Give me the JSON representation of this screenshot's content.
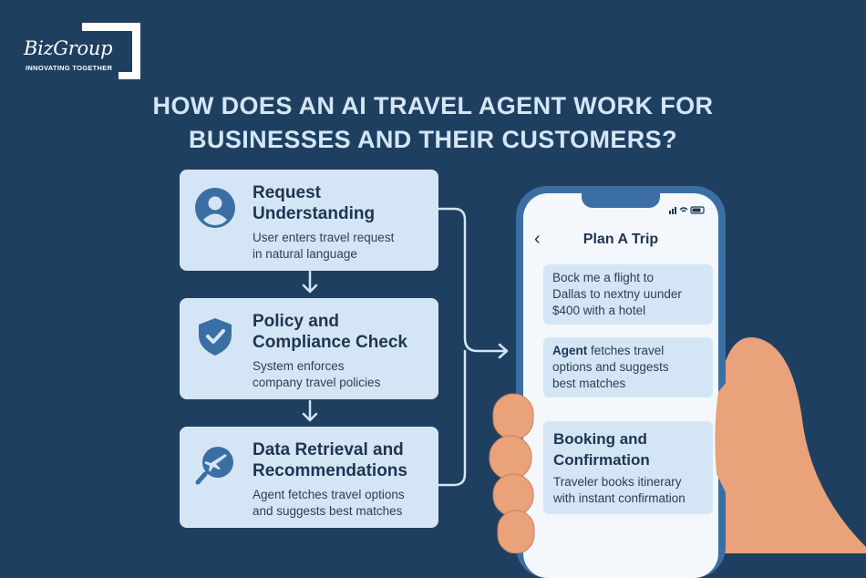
{
  "logo": {
    "name": "BizGroup",
    "tagline": "INNOVATING TOGETHER"
  },
  "title": {
    "line1": "HOW DOES AN AI TRAVEL AGENT WORK FOR",
    "line2": "BUSINESSES AND THEIR CUSTOMERS?"
  },
  "steps": [
    {
      "title_line1": "Request",
      "title_line2": "Understanding",
      "desc_line1": "User enters travel request",
      "desc_line2": "in natural language",
      "icon": "user-icon"
    },
    {
      "title_line1": "Policy and",
      "title_line2": "Compliance Check",
      "desc_line1": "System enforces",
      "desc_line2": "company travel policies",
      "icon": "shield-check-icon"
    },
    {
      "title_line1": "Data Retrieval and",
      "title_line2": "Recommendations",
      "desc_line1": "Agent fetches travel options",
      "desc_line2": "and suggests best matches",
      "icon": "airplane-search-icon"
    }
  ],
  "phone": {
    "back_icon": "‹",
    "title": "Plan A Trip",
    "messages": [
      {
        "line1": "Bock me a flight to",
        "line2": "Dallas to nextny uunder",
        "line3": "$400 with a hotel"
      },
      {
        "line1_bold": "Agent",
        "line1_rest": " fetches travel",
        "line2": "options and suggests",
        "line3": "best matches"
      }
    ],
    "booking": {
      "title_line1": "Booking and",
      "title_line2": "Confirmation",
      "desc_line1": "Traveler books itinerary",
      "desc_line2": "with instant confirmation"
    }
  },
  "colors": {
    "background": "#1f3f60",
    "card": "#d4e6f6",
    "icon": "#3b6fa3",
    "phone_frame": "#3b6fa3",
    "skin": "#e9a27a"
  }
}
